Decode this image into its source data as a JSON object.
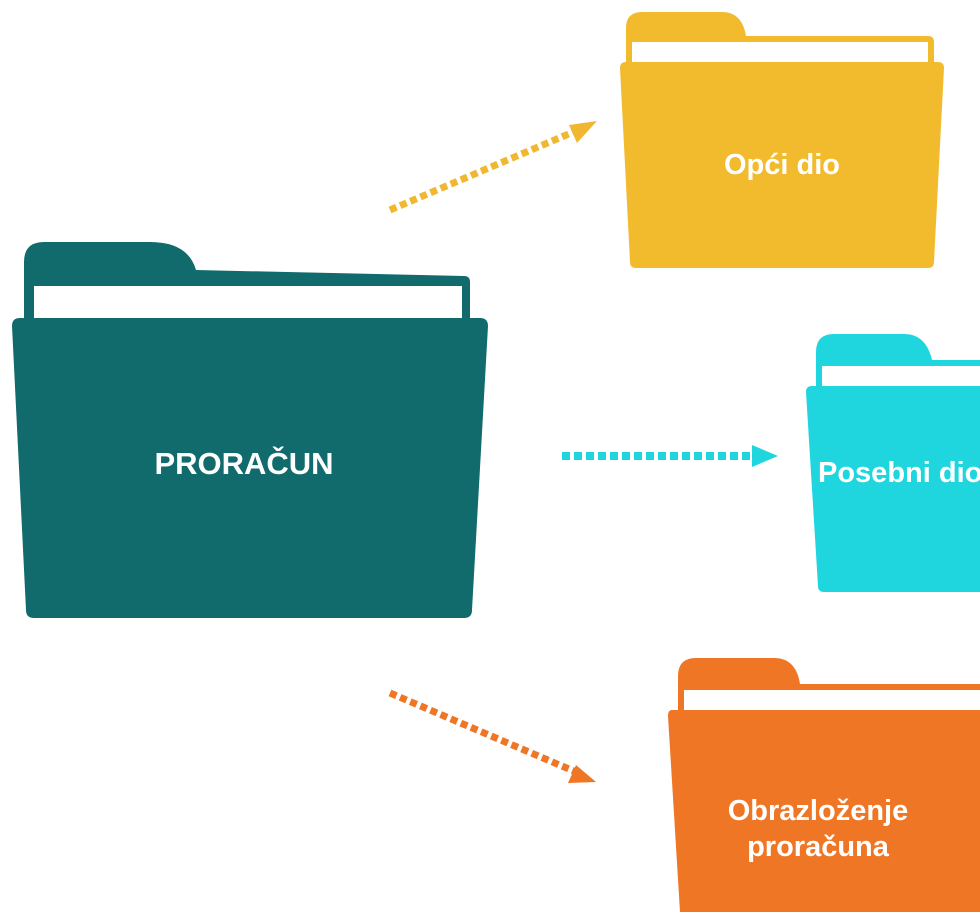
{
  "colors": {
    "background": "#ffffff",
    "paper": "#ffffff",
    "main_folder": "#116a6b",
    "general_folder": "#f2bb2e",
    "special_folder": "#1fd6df",
    "explanation_folder": "#ef7625",
    "arrow_general": "#f0b830",
    "arrow_special": "#1fd6df",
    "arrow_explanation": "#ef7625"
  },
  "folders": {
    "main": {
      "label": "PRORAČUN",
      "icon": "folder-icon"
    },
    "general": {
      "label": "Opći dio",
      "icon": "folder-icon"
    },
    "special": {
      "label": "Posebni dio",
      "icon": "folder-icon"
    },
    "explanation": {
      "label_line1": "Obrazloženje",
      "label_line2": "proračuna",
      "icon": "folder-icon"
    }
  },
  "arrows": [
    {
      "from": "main",
      "to": "general",
      "style": "dotted"
    },
    {
      "from": "main",
      "to": "special",
      "style": "dotted"
    },
    {
      "from": "main",
      "to": "explanation",
      "style": "dotted"
    }
  ]
}
